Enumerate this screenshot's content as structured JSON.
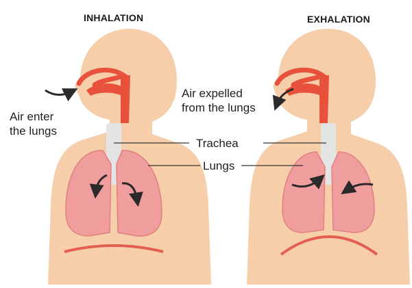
{
  "diagram": {
    "panels": [
      {
        "title": "INHALATION",
        "air_label": [
          "Air enter",
          "the lungs"
        ]
      },
      {
        "title": "EXHALATION",
        "air_label": [
          "Air expelled",
          "from the lungs"
        ]
      }
    ],
    "labels": {
      "trachea": "Trachea",
      "lungs": "Lungs"
    },
    "colors": {
      "skin": "#f6cfaa",
      "skin_shade": "#f2c69e",
      "nasal_passage": "#e8513c",
      "lungs": "#ef9d9d",
      "lungs_edge": "#e27f80",
      "trachea": "#e4e4e4",
      "diaphragm": "#e35f52",
      "arrow": "#2a2a2a",
      "leader_line": "#333333"
    },
    "icons": [
      "curved-arrow-icon"
    ]
  }
}
